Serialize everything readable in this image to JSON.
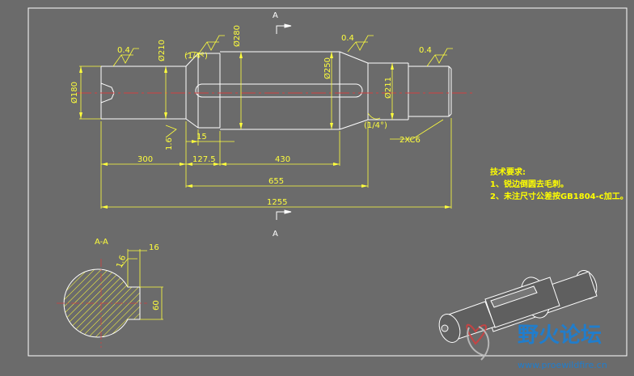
{
  "section_marker": "A",
  "section_view_label": "A-A",
  "dimensions": {
    "len_300": "300",
    "len_127_5": "127.5",
    "len_430": "430",
    "len_15": "15",
    "len_655": "655",
    "len_1255": "1255",
    "dia_180": "Ø180",
    "dia_210": "Ø210",
    "dia_280": "Ø280",
    "dia_250": "Ø250",
    "dia_211": "Ø211",
    "chamfer": "2XC6",
    "key_width": "16",
    "key_depth": "60",
    "roughness_1_6": "1.6"
  },
  "surface_finish": [
    "0.4",
    "0.4",
    "0.4"
  ],
  "angles": [
    "(1/4°)",
    "(1/4°)"
  ],
  "tech_notes": {
    "title": "技术要求:",
    "items": [
      "1、锐边倒圆去毛刺。",
      "2、未注尺寸公差按GB1804-c加工。"
    ]
  },
  "watermark": {
    "text_cn": "野火论坛",
    "url": "www.proewildfire.cn"
  },
  "colors": {
    "background": "#6b6b6b",
    "outline": "#ffffff",
    "dimension": "#ffff3c",
    "centerline": "#d04040",
    "logo": "#1a7fd6"
  }
}
